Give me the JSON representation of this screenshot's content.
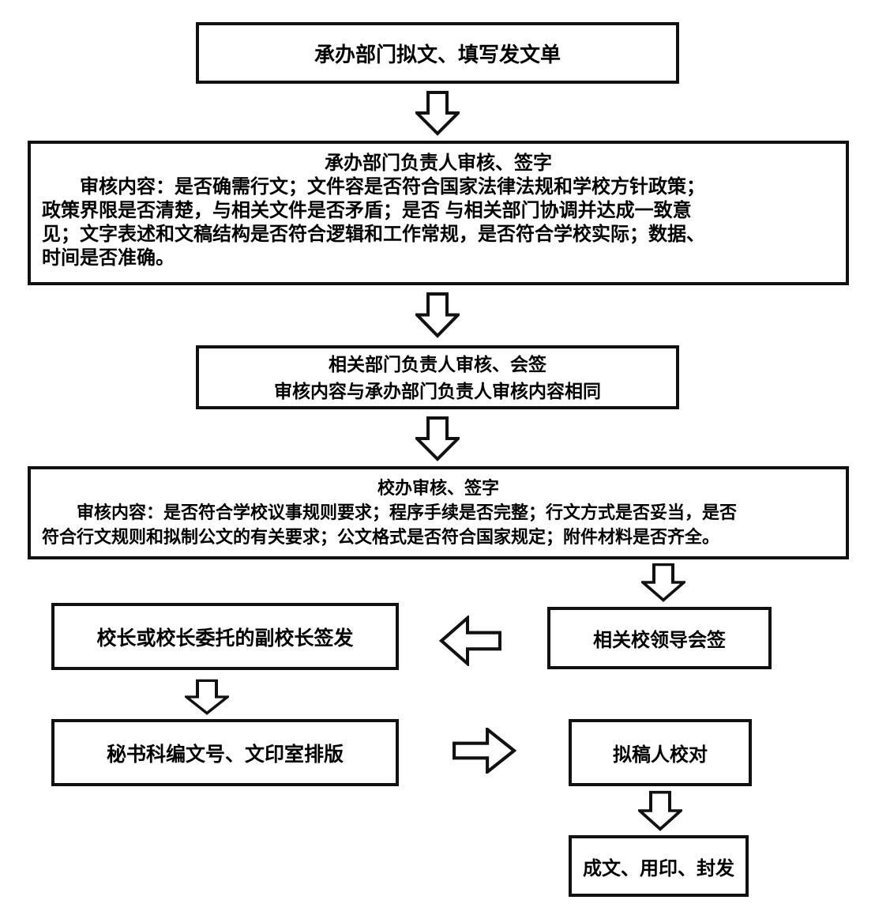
{
  "diagram": {
    "title_hint": "发文流程图 (document issuing workflow)",
    "colors": {
      "background": "#ffffff",
      "line": "#111111",
      "text": "#000000"
    },
    "nodes": {
      "draft": {
        "label": "承办部门拟文、填写发文单"
      },
      "dept_head_review": {
        "title": "承办部门负责人审核、签字",
        "body": "　　审核内容：是否确需行文；文件容是否符合国家法律法规和学校方针政策；\n政策界限是否清楚，与相关文件是否矛盾；是否 与相关部门协调并达成一致意\n见；文字表述和文稿结构是否符合逻辑和工作常规，是否符合学校实际；数据、\n时间是否准确。"
      },
      "related_dept_review": {
        "lines": "相关部门负责人审核、会签\n审核内容与承办部门负责人审核内容相同"
      },
      "school_office_review": {
        "title": "校办审核、签字",
        "body": "　　审核内容：是否符合学校议事规则要求；程序手续是否完整；行文方式是否妥当，是否\n符合行文规则和拟制公文的有关要求；公文格式是否符合国家规定；附件材料是否齐全。"
      },
      "leaders_countersign": {
        "label": "相关校领导会签"
      },
      "president_sign": {
        "label": "校长或校长委托的副校长签发"
      },
      "secretary_typeset": {
        "label": "秘书科编文号、文印室排版"
      },
      "drafter_proofread": {
        "label": "拟稿人校对"
      },
      "finalize": {
        "label": "成文、用印、封发"
      }
    }
  }
}
